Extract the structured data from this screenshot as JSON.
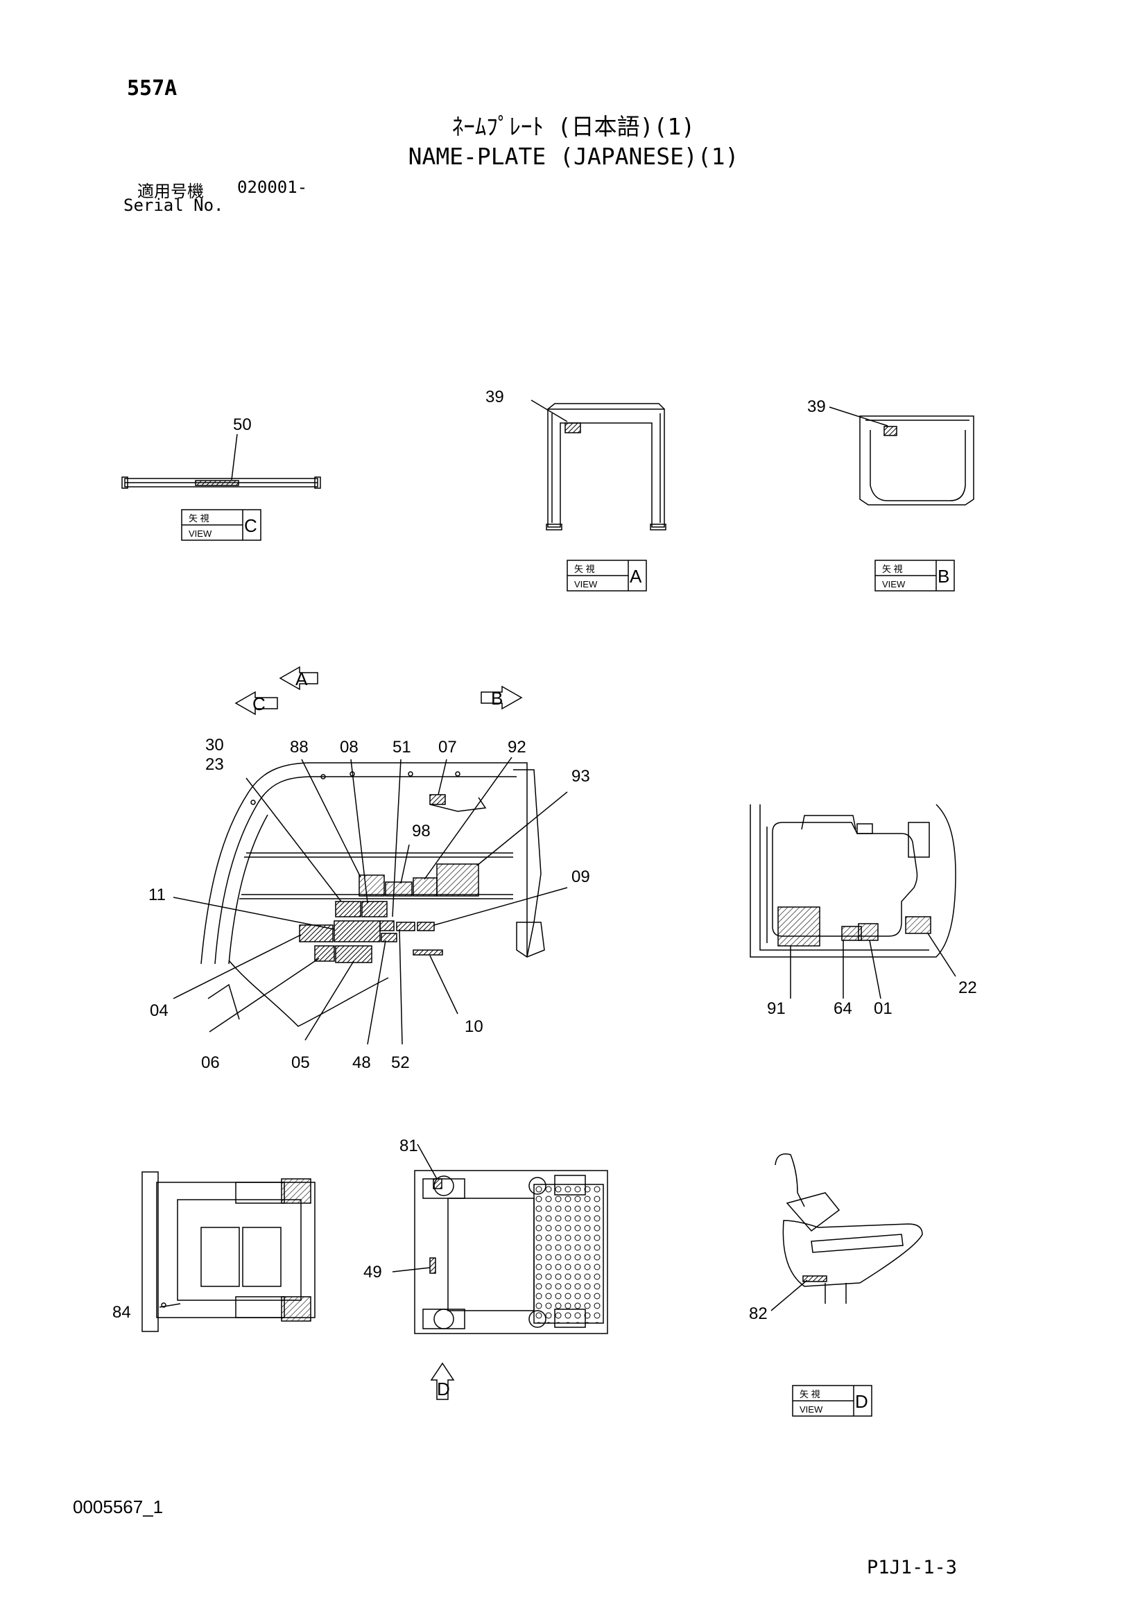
{
  "header": {
    "page_id": "557A",
    "title_jp": "ﾈｰﾑﾌﾟﾚｰﾄ (日本語)(1)",
    "title_en": "NAME-PLATE (JAPANESE)(1)",
    "serial_label_jp": "適用号機",
    "serial_value": "020001-",
    "serial_label_en": "Serial No."
  },
  "views": {
    "view_c": {
      "kanji": "矢 視",
      "word": "VIEW",
      "letter": "C"
    },
    "view_a": {
      "kanji": "矢 視",
      "word": "VIEW",
      "letter": "A"
    },
    "view_b": {
      "kanji": "矢 視",
      "word": "VIEW",
      "letter": "B"
    },
    "view_d": {
      "kanji": "矢 視",
      "word": "VIEW",
      "letter": "D"
    }
  },
  "direction_arrows": [
    "A",
    "C",
    "B",
    "D"
  ],
  "callouts": {
    "view_c": [
      "50"
    ],
    "view_a": [
      "39"
    ],
    "view_b": [
      "39"
    ],
    "main": [
      "30",
      "23",
      "88",
      "08",
      "51",
      "07",
      "92",
      "93",
      "98",
      "09",
      "11",
      "04",
      "06",
      "05",
      "48",
      "52",
      "10"
    ],
    "right_panel": [
      "91",
      "64",
      "01",
      "22"
    ],
    "seat": [
      "84"
    ],
    "top_view": [
      "81",
      "49"
    ],
    "lever": [
      "82"
    ]
  },
  "footer": {
    "doc_number": "0005567_1",
    "page_code": "P1J1-1-3"
  },
  "colors": {
    "line": "#000000",
    "background": "#ffffff"
  }
}
